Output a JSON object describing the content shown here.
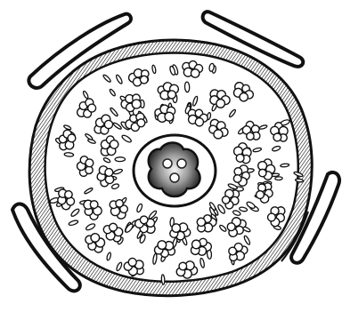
{
  "image": {
    "kind": "botanical line illustration",
    "colors": {
      "ink": "#111111",
      "paper": "#ffffff",
      "shade": "#8a8a8a",
      "center_light": "#e6e6e6"
    },
    "pod_count": 4,
    "cluster_count": 38,
    "dash_count": 120
  }
}
